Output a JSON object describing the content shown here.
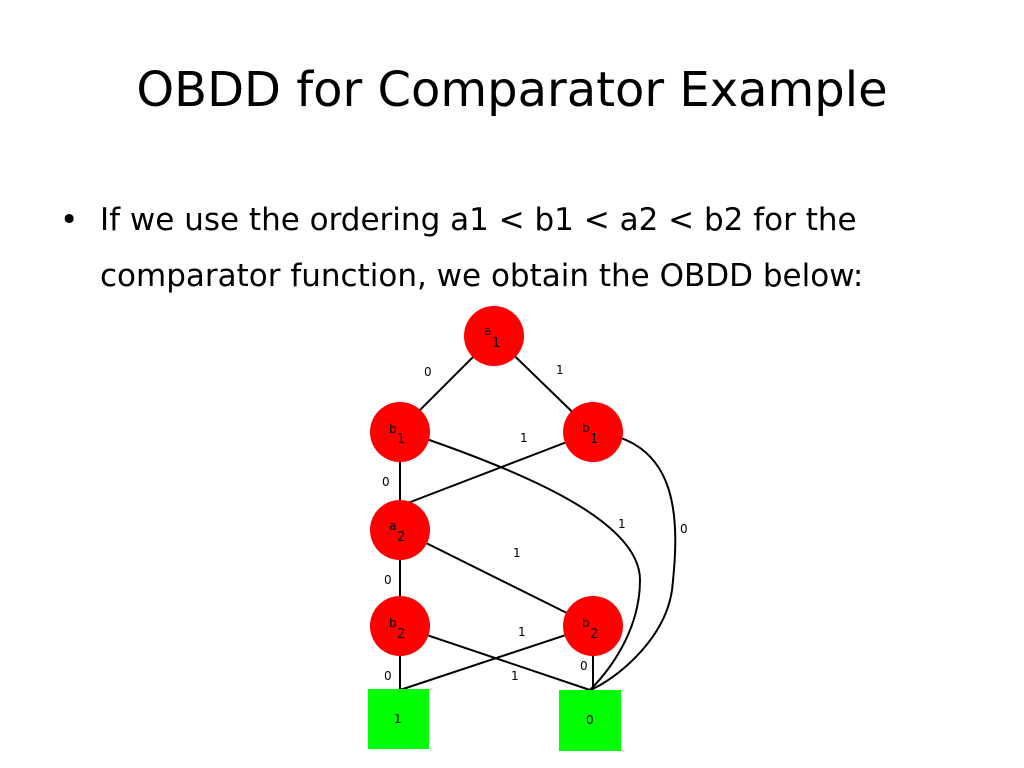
{
  "slide": {
    "title": "OBDD for Comparator Example",
    "bullets": [
      "If we use the ordering a1 < b1 < a2 < b2 for the comparator function, we obtain the OBDD below:"
    ]
  },
  "diagram": {
    "colors": {
      "decision_node": "#ff0000",
      "terminal_node": "#00ff00",
      "edge": "#000000"
    },
    "nodes": [
      {
        "id": "a1",
        "var": "a",
        "sub": "1",
        "kind": "decision"
      },
      {
        "id": "b1_left",
        "var": "b",
        "sub": "1",
        "kind": "decision"
      },
      {
        "id": "b1_right",
        "var": "b",
        "sub": "1",
        "kind": "decision"
      },
      {
        "id": "a2",
        "var": "a",
        "sub": "2",
        "kind": "decision"
      },
      {
        "id": "b2_left",
        "var": "b",
        "sub": "2",
        "kind": "decision"
      },
      {
        "id": "b2_right",
        "var": "b",
        "sub": "2",
        "kind": "decision"
      },
      {
        "id": "t1",
        "label": "1",
        "kind": "terminal"
      },
      {
        "id": "t0",
        "label": "0",
        "kind": "terminal"
      }
    ],
    "edges": [
      {
        "from": "a1",
        "to": "b1_left",
        "label": "0"
      },
      {
        "from": "a1",
        "to": "b1_right",
        "label": "1"
      },
      {
        "from": "b1_left",
        "to": "a2",
        "label": "0"
      },
      {
        "from": "b1_left",
        "to": "t0",
        "label": "1"
      },
      {
        "from": "b1_right",
        "to": "a2",
        "label": "1"
      },
      {
        "from": "b1_right",
        "to": "t0",
        "label": "0"
      },
      {
        "from": "a2",
        "to": "b2_left",
        "label": "0"
      },
      {
        "from": "a2",
        "to": "b2_right",
        "label": "1"
      },
      {
        "from": "b2_left",
        "to": "t1",
        "label": "0"
      },
      {
        "from": "b2_left",
        "to": "t0",
        "label": "1"
      },
      {
        "from": "b2_right",
        "to": "t1",
        "label": "1"
      },
      {
        "from": "b2_right",
        "to": "t0",
        "label": "0"
      }
    ]
  }
}
